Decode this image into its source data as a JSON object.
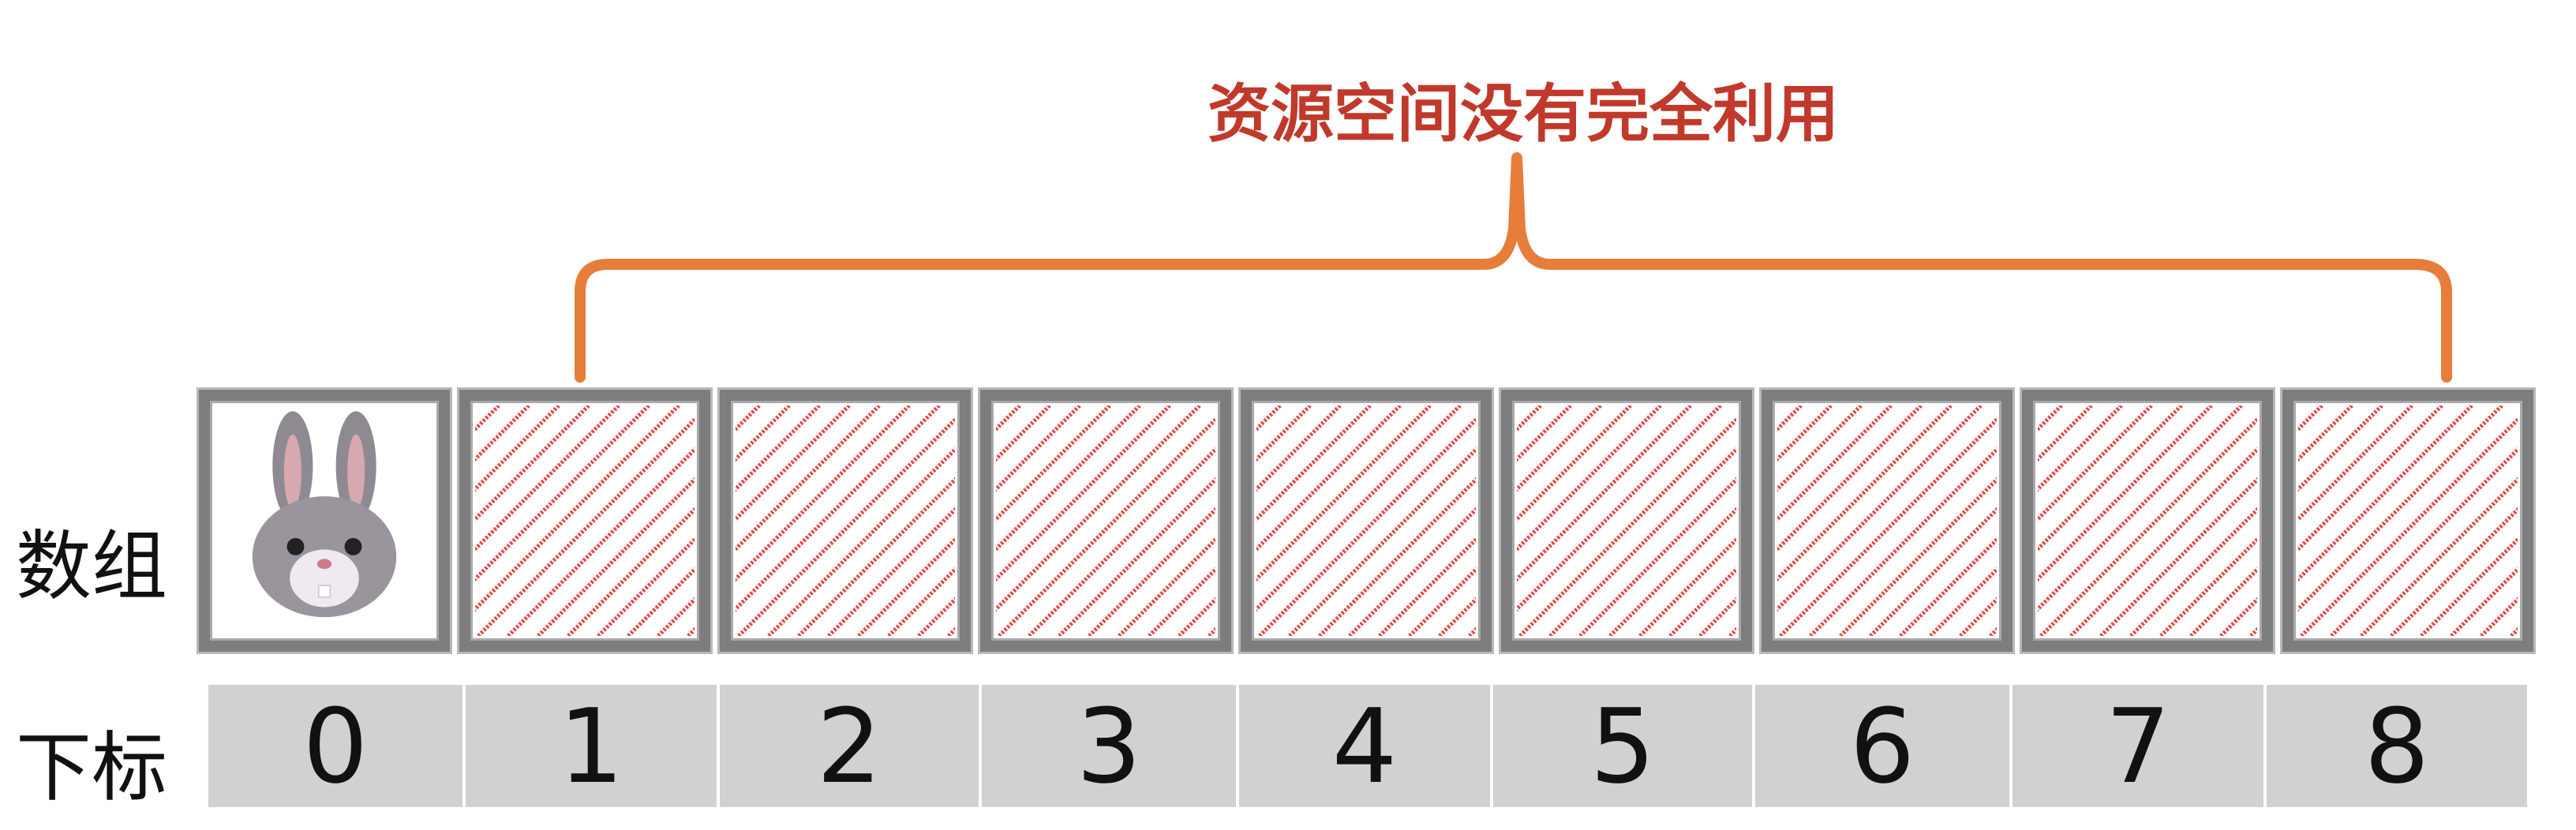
{
  "annotation": {
    "text": "资源空间没有完全利用"
  },
  "labels": {
    "array": "数组",
    "index": "下标"
  },
  "cells": [
    {
      "content": "rabbit-icon",
      "hatched": false
    },
    {
      "content": "hatch",
      "hatched": true
    },
    {
      "content": "hatch",
      "hatched": true
    },
    {
      "content": "hatch",
      "hatched": true
    },
    {
      "content": "hatch",
      "hatched": true
    },
    {
      "content": "hatch",
      "hatched": true
    },
    {
      "content": "hatch",
      "hatched": true
    },
    {
      "content": "hatch",
      "hatched": true
    },
    {
      "content": "hatch",
      "hatched": true
    }
  ],
  "indices": [
    "0",
    "1",
    "2",
    "3",
    "4",
    "5",
    "6",
    "7",
    "8"
  ],
  "colors": {
    "bracket": "#e67e3a",
    "annotation": "#c0392b",
    "hatch": "#e04a4a",
    "cell_border": "#7d7d7d",
    "index_bg": "#d0d1d3"
  }
}
